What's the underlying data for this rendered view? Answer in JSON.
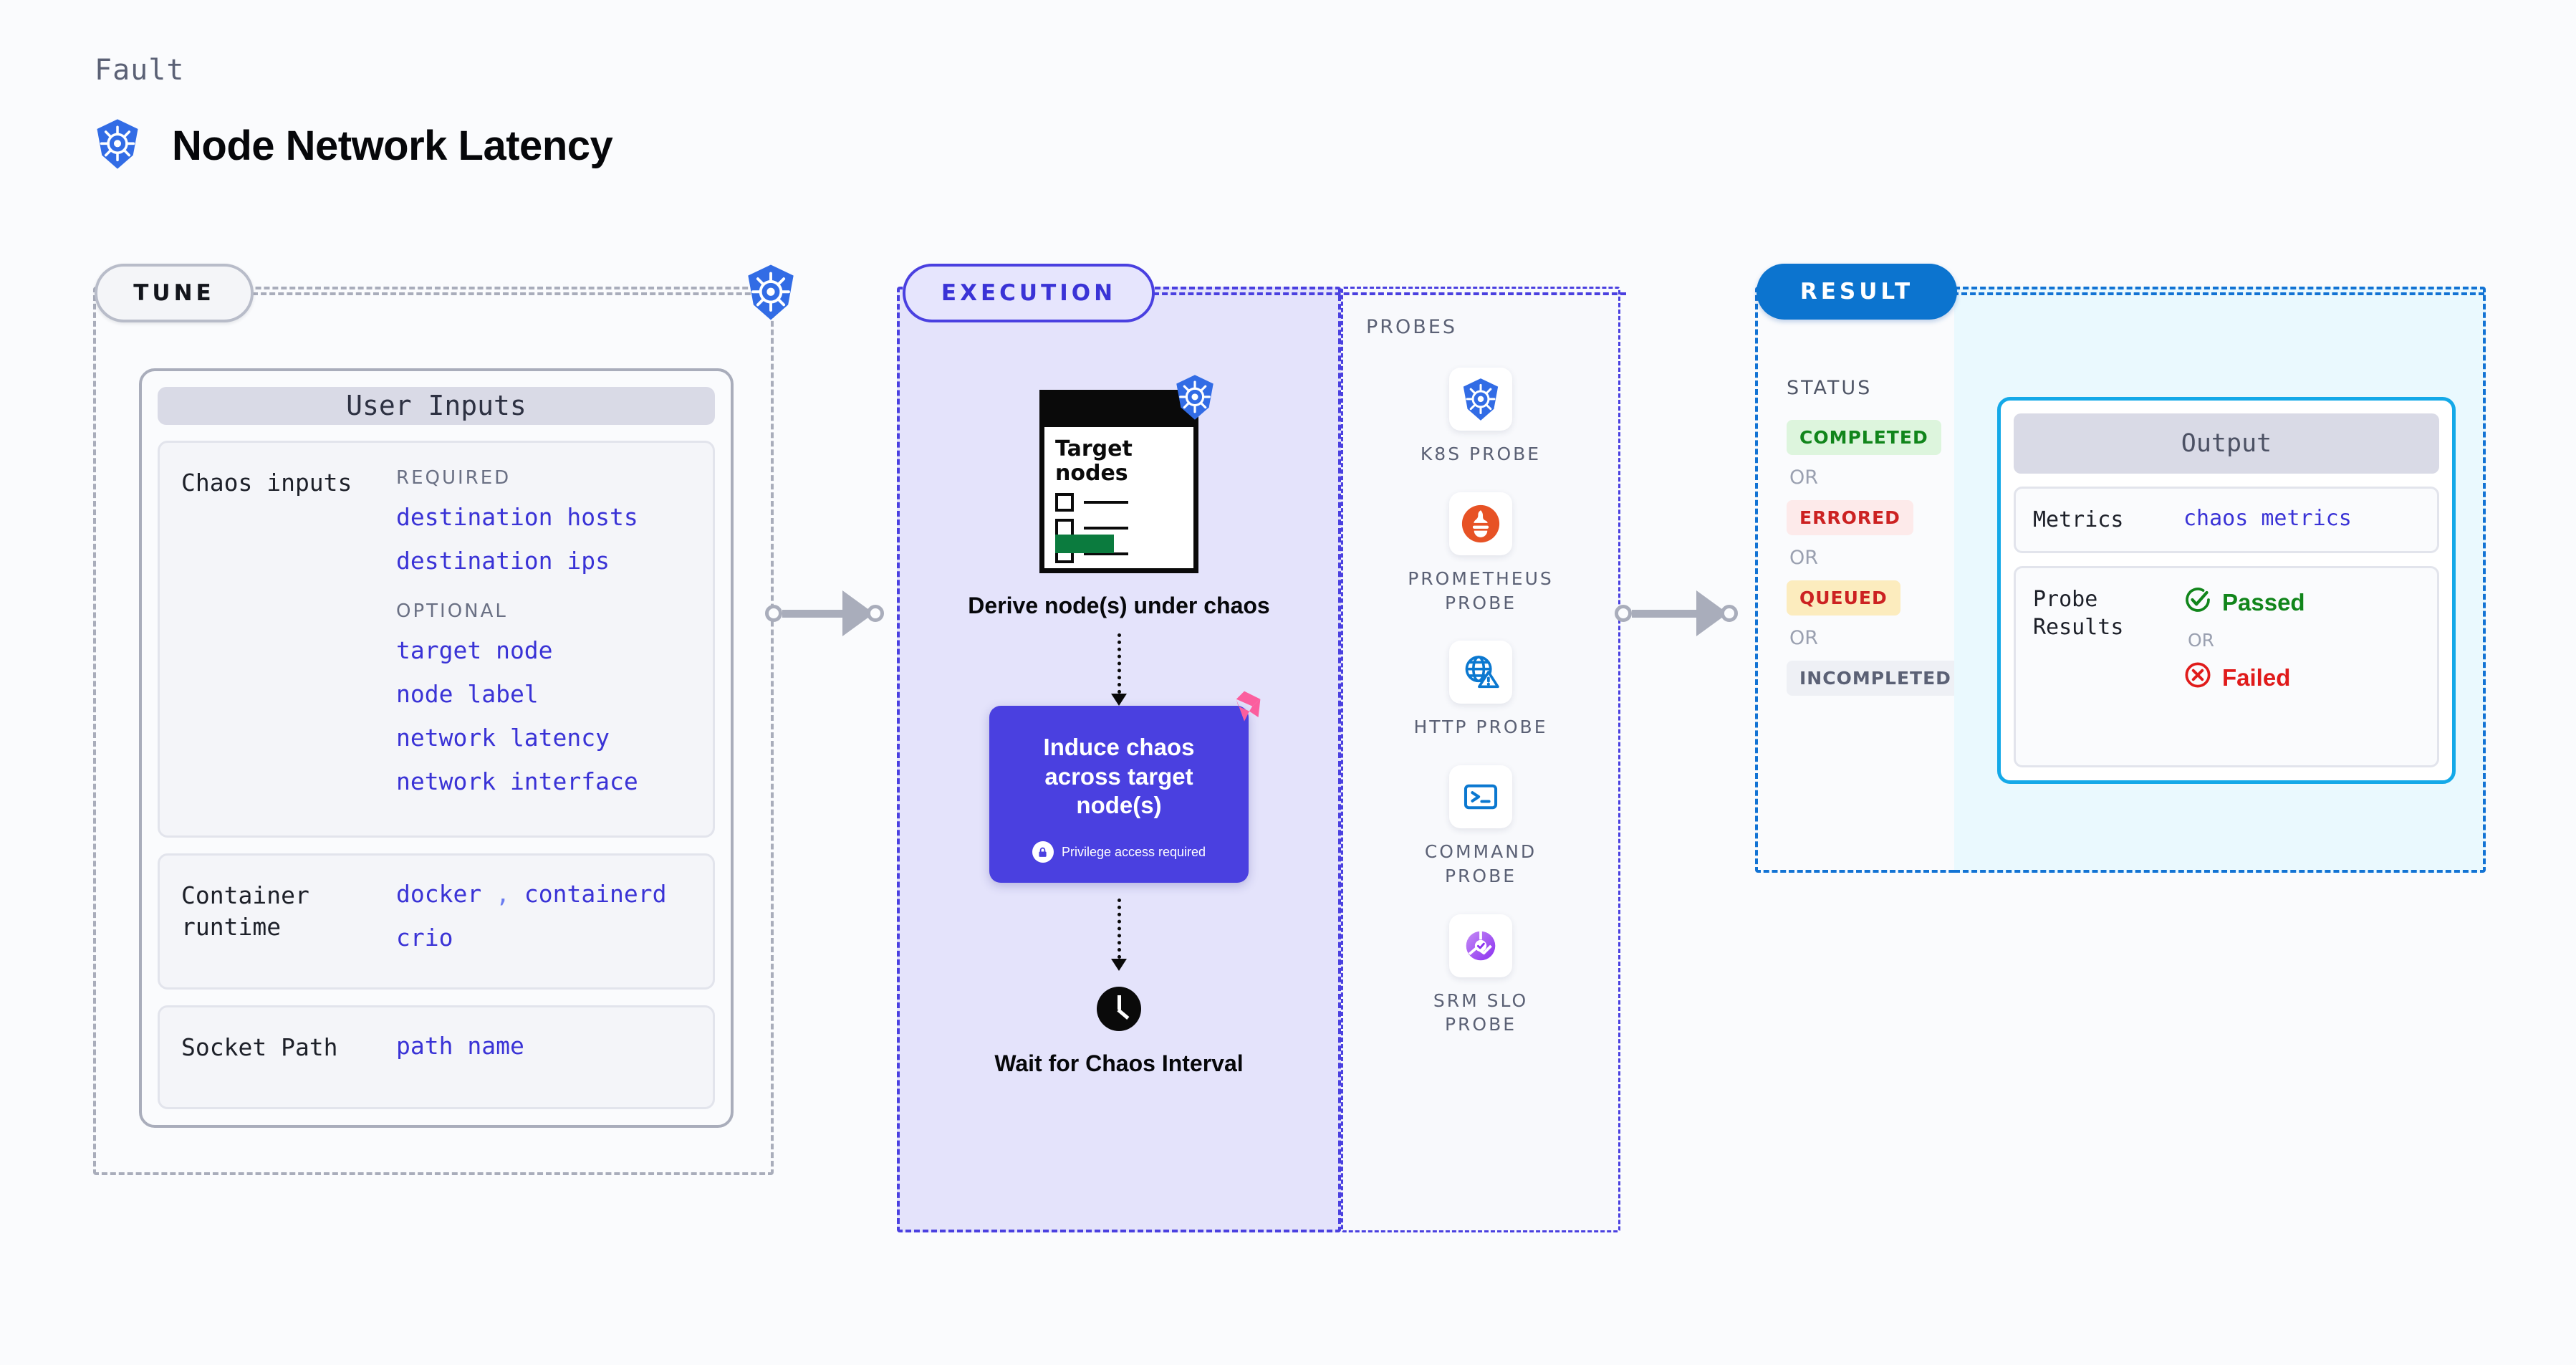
{
  "header": {
    "eyebrow": "Fault",
    "title": "Node Network Latency",
    "logo_icon": "kubernetes-icon"
  },
  "tune": {
    "pill_label": "TUNE",
    "card_title": "User Inputs",
    "rows": [
      {
        "label": "Chaos inputs",
        "groups": [
          {
            "title": "REQUIRED",
            "values": [
              "destination hosts",
              "destination ips"
            ]
          },
          {
            "title": "OPTIONAL",
            "values": [
              "target node",
              "node label",
              "network latency",
              "network interface"
            ]
          }
        ]
      },
      {
        "label": "Container runtime",
        "values_line1": [
          "docker",
          "containerd"
        ],
        "separator": ",",
        "values_line2": [
          "crio"
        ]
      },
      {
        "label": "Socket Path",
        "values": [
          "path name"
        ]
      }
    ]
  },
  "execution": {
    "pill_label": "EXECUTION",
    "steps": [
      {
        "icon": "target-nodes-document-icon",
        "doc_title": "Target nodes",
        "badge_icon": "kubernetes-icon",
        "caption": "Derive node(s) under chaos"
      },
      {
        "icon": "chaos-box",
        "title": "Induce chaos across target node(s)",
        "note": "Privilege access required",
        "note_icon": "lock-icon",
        "badge_icon": "litmus-icon"
      },
      {
        "icon": "clock-icon",
        "caption": "Wait for Chaos Interval"
      }
    ]
  },
  "probes": {
    "title": "PROBES",
    "items": [
      {
        "name": "K8S PROBE",
        "icon": "kubernetes-icon"
      },
      {
        "name": "PROMETHEUS PROBE",
        "icon": "prometheus-icon"
      },
      {
        "name": "HTTP PROBE",
        "icon": "http-globe-warning-icon"
      },
      {
        "name": "COMMAND PROBE",
        "icon": "terminal-icon"
      },
      {
        "name": "SRM SLO PROBE",
        "icon": "srm-slo-gauge-icon"
      }
    ]
  },
  "result": {
    "pill_label": "RESULT",
    "status_title": "STATUS",
    "or_label": "OR",
    "statuses": [
      {
        "label": "COMPLETED",
        "bg": "#ddf5dd",
        "fg": "#11851b"
      },
      {
        "label": "ERRORED",
        "bg": "#fdeaea",
        "fg": "#cc2222"
      },
      {
        "label": "QUEUED",
        "bg": "#fcecbe",
        "fg": "#cc2222"
      },
      {
        "label": "INCOMPLETED",
        "bg": "#eef0f5",
        "fg": "#5b6175"
      }
    ],
    "output": {
      "card_title": "Output",
      "metrics_label": "Metrics",
      "metrics_value": "chaos metrics",
      "probe_results_label": "Probe Results",
      "passed_label": "Passed",
      "failed_label": "Failed",
      "or_label": "OR",
      "passed_icon": "check-circle-icon",
      "failed_icon": "x-circle-icon"
    }
  },
  "colors": {
    "indigo": "#4a40e0",
    "blue": "#0c74cf",
    "cyan": "#14a9e8",
    "green": "#11851b",
    "red": "#cc2222",
    "pink": "#fb5e9e"
  }
}
